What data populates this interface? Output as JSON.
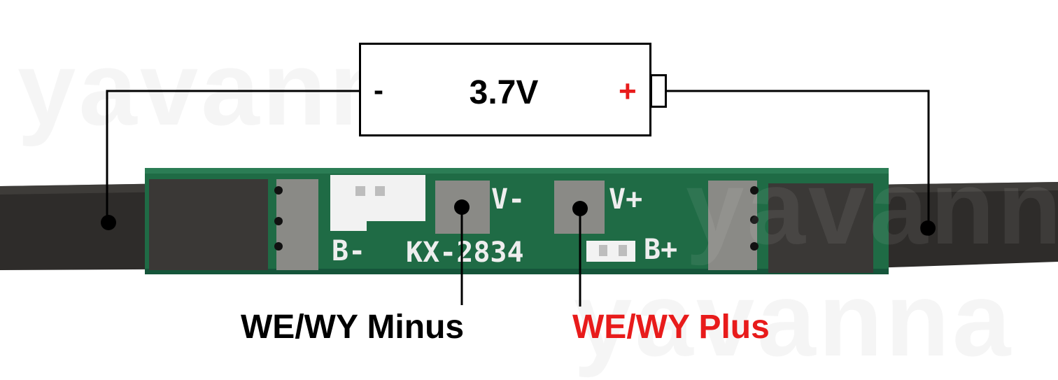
{
  "battery": {
    "voltage": "3.7V",
    "negative_sign": "-",
    "positive_sign": "+"
  },
  "board": {
    "model": "KX-2834",
    "pad_b_minus": "B-",
    "pad_v_minus": "V-",
    "pad_v_plus": "V+",
    "pad_b_plus": "B+"
  },
  "captions": {
    "minus": "WE/WY Minus",
    "plus": "WE/WY Plus"
  },
  "watermark": "yavanna",
  "colors": {
    "pcb_green": "#1f6b45",
    "plus_red": "#e81b1b",
    "wire_black": "#000000",
    "nickel_strip": "#2e2c2a"
  }
}
